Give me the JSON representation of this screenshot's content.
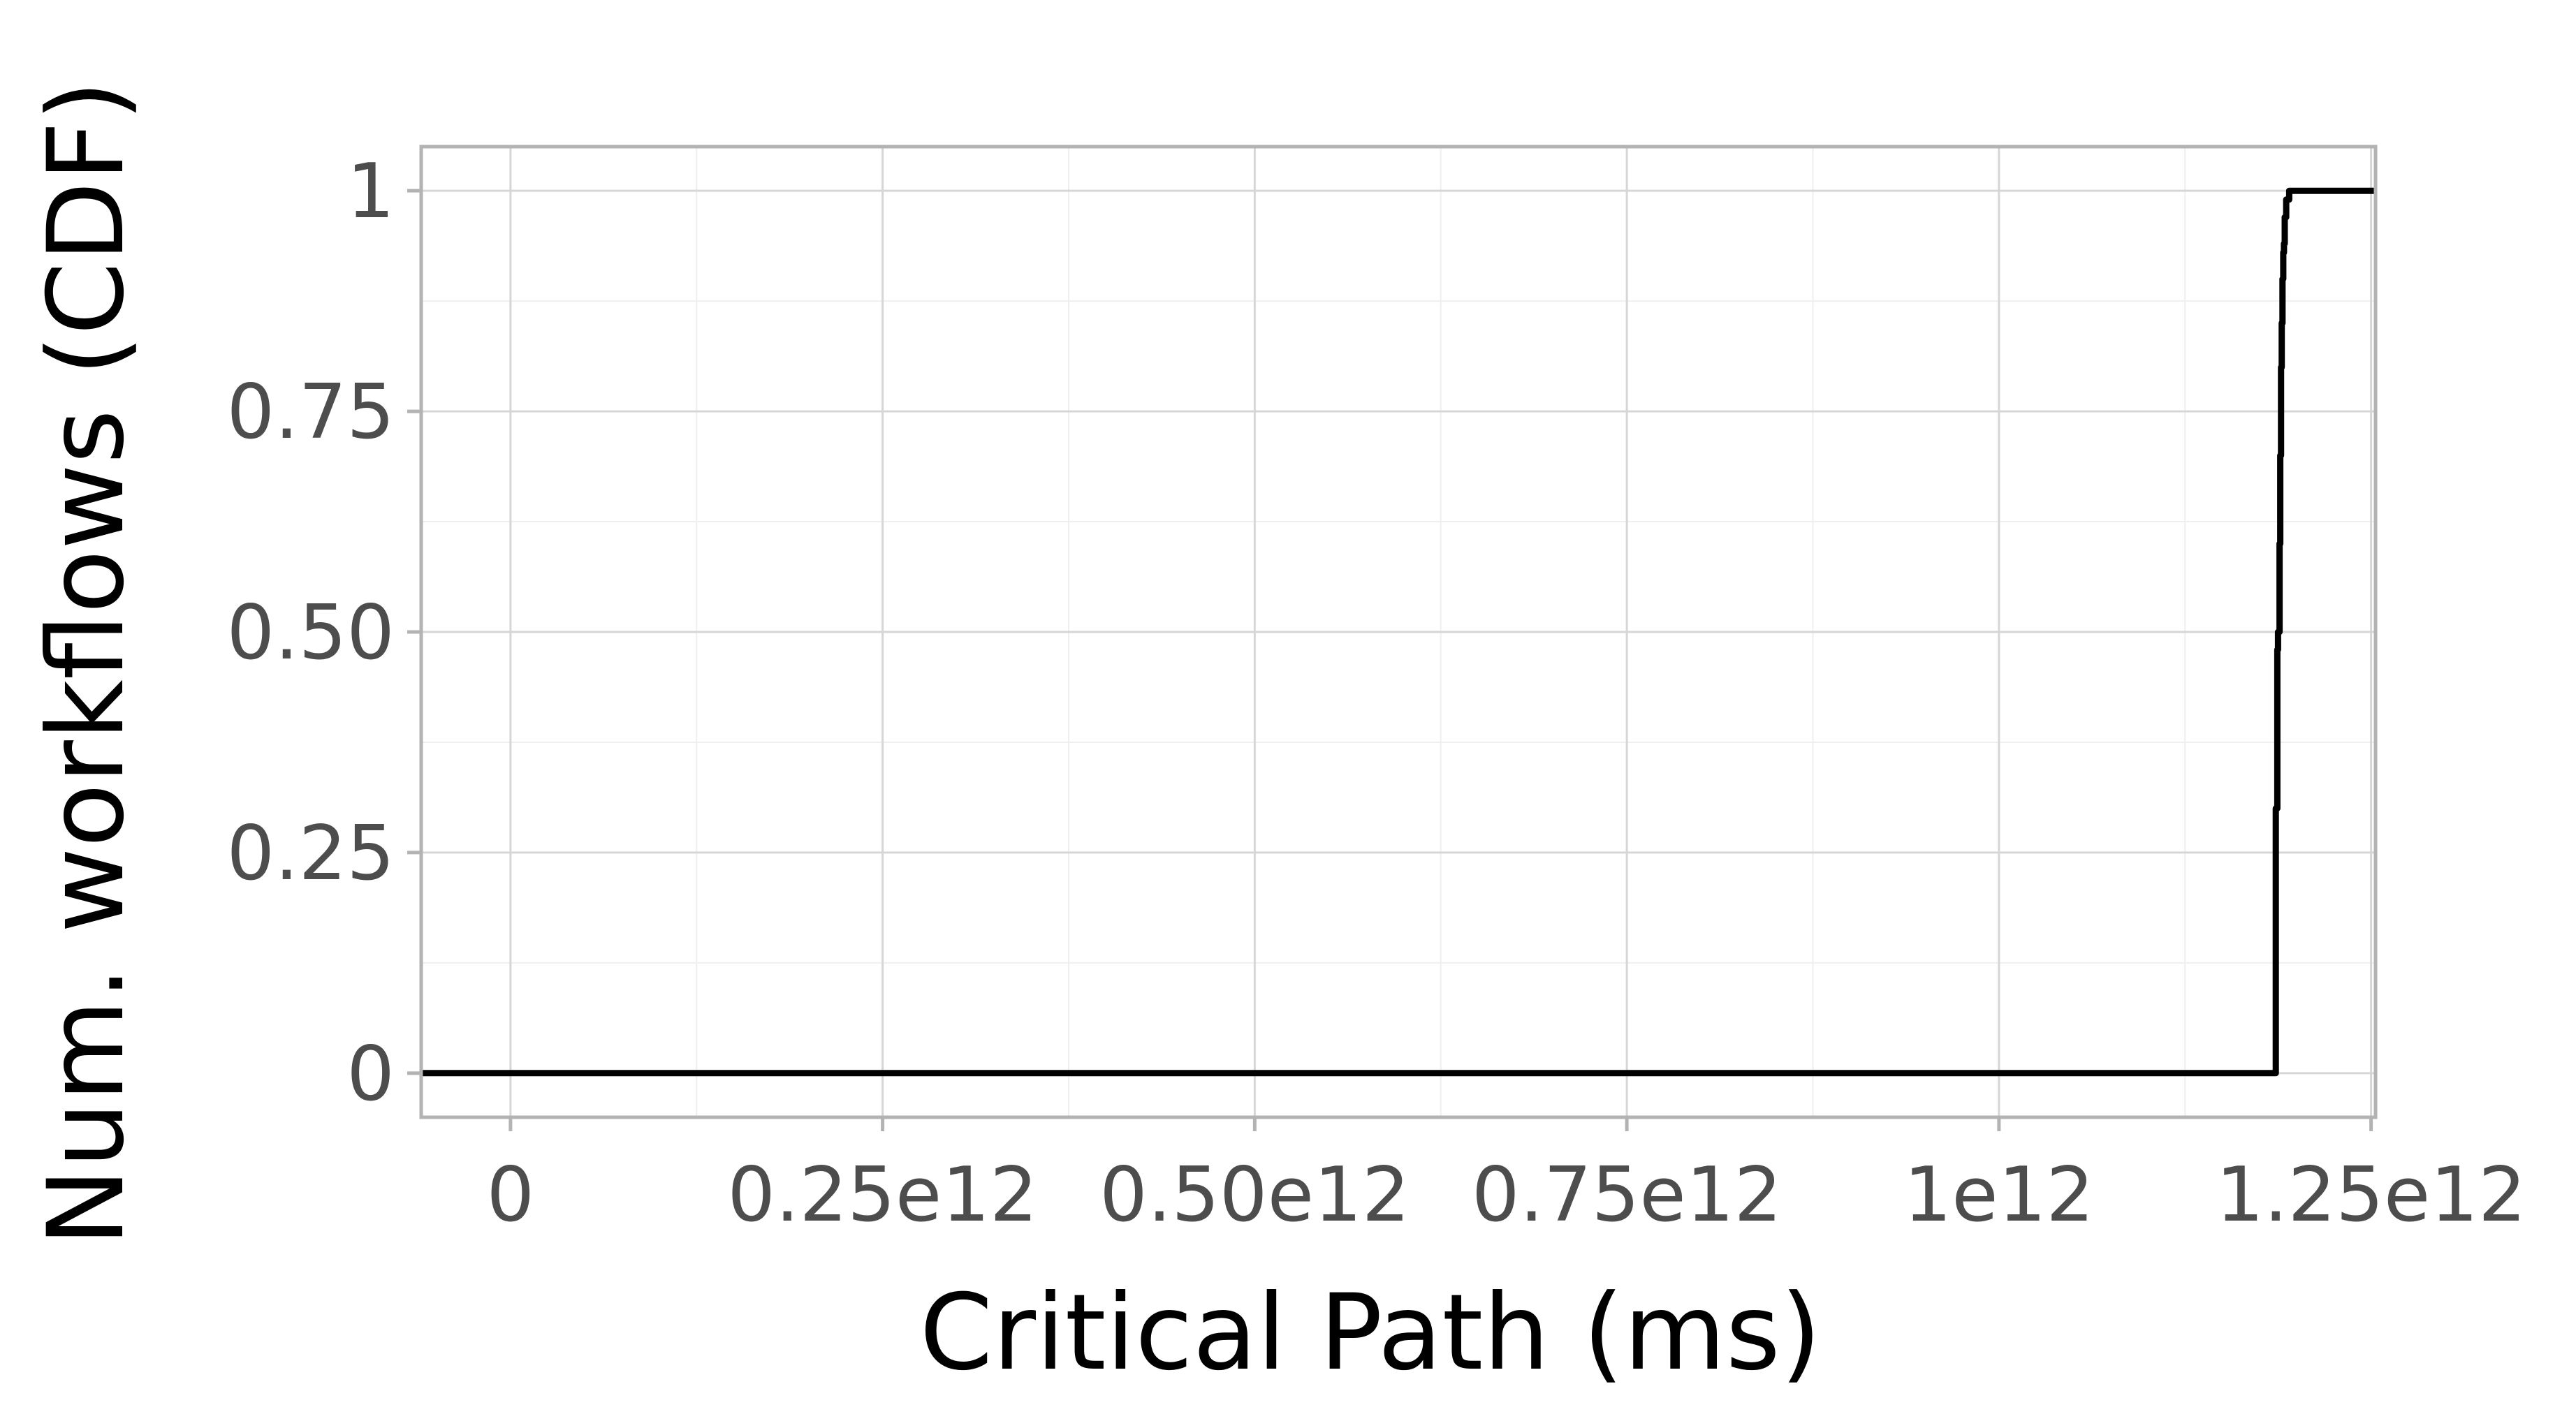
{
  "chart_data": {
    "type": "line",
    "title": "",
    "xlabel": "Critical Path (ms)",
    "ylabel": "Num. workflows (CDF)",
    "xlim": [
      -60000000000.0,
      1253000000000.0
    ],
    "ylim": [
      -0.05,
      1.05
    ],
    "x_ticks": [
      {
        "value": 0,
        "label": "0"
      },
      {
        "value": 250000000000.0,
        "label": "0.25e12"
      },
      {
        "value": 500000000000.0,
        "label": "0.50e12"
      },
      {
        "value": 750000000000.0,
        "label": "0.75e12"
      },
      {
        "value": 1000000000000.0,
        "label": "1e12"
      },
      {
        "value": 1250000000000.0,
        "label": "1.25e12"
      }
    ],
    "y_ticks": [
      {
        "value": 0,
        "label": "0"
      },
      {
        "value": 0.25,
        "label": "0.25"
      },
      {
        "value": 0.5,
        "label": "0.50"
      },
      {
        "value": 0.75,
        "label": "0.75"
      },
      {
        "value": 1,
        "label": "1"
      }
    ],
    "x_minor_ticks": [
      125000000000.0,
      375000000000.0,
      625000000000.0,
      875000000000.0,
      1125000000000.0
    ],
    "y_minor_ticks": [
      0.125,
      0.375,
      0.625,
      0.875
    ],
    "grid": true,
    "legend": "none",
    "series": [
      {
        "color": "#000000",
        "step": true,
        "x": [
          -60000000000.0,
          1186000000000.0,
          1187000000000.0,
          1187500000000.0,
          1188500000000.0,
          1189000000000.0,
          1189500000000.0,
          1190000000000.0,
          1190500000000.0,
          1191000000000.0,
          1191500000000.0,
          1192000000000.0,
          1193000000000.0,
          1195000000000.0,
          1253000000000.0
        ],
        "y": [
          0,
          0.3,
          0.48,
          0.5,
          0.6,
          0.7,
          0.8,
          0.85,
          0.9,
          0.93,
          0.94,
          0.97,
          0.99,
          1,
          1
        ]
      }
    ]
  }
}
